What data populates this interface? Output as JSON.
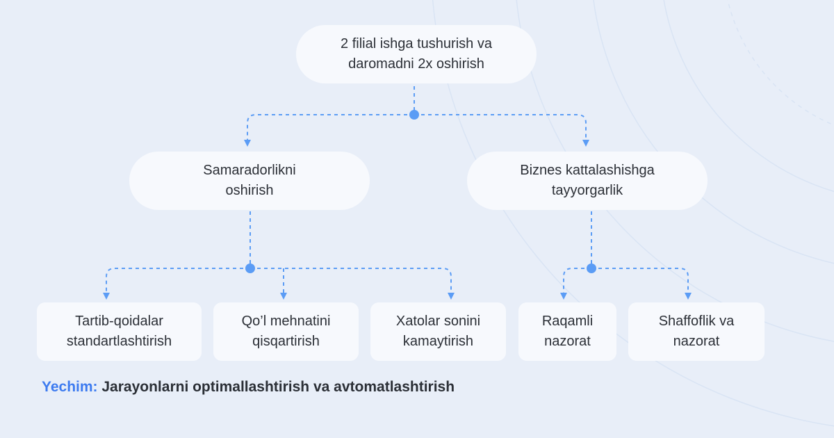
{
  "colors": {
    "background": "#e8eef8",
    "node_fill": "#f7f9fd",
    "connector": "#5b9cf5",
    "text": "#2b2f36",
    "accent": "#3d7bf0"
  },
  "root": {
    "line1": "2 filial ishga tushurish va",
    "line2": "daromadni 2x oshirish"
  },
  "branches": [
    {
      "line1": "Samaradorlikni",
      "line2": "oshirish",
      "children": [
        {
          "line1": "Tartib-qoidalar",
          "line2": "standartlashtirish"
        },
        {
          "line1": "Qo’l mehnatini",
          "line2": "qisqartirish"
        },
        {
          "line1": "Xatolar sonini",
          "line2": "kamaytirish"
        }
      ]
    },
    {
      "line1": "Biznes kattalashishga",
      "line2": "tayyorgarlik",
      "children": [
        {
          "line1": "Raqamli",
          "line2": "nazorat"
        },
        {
          "line1": "Shaffoflik va",
          "line2": "nazorat"
        }
      ]
    }
  ],
  "solution": {
    "label": "Yechim:",
    "text": " Jarayonlarni optimallashtirish va avtomatlashtirish"
  }
}
